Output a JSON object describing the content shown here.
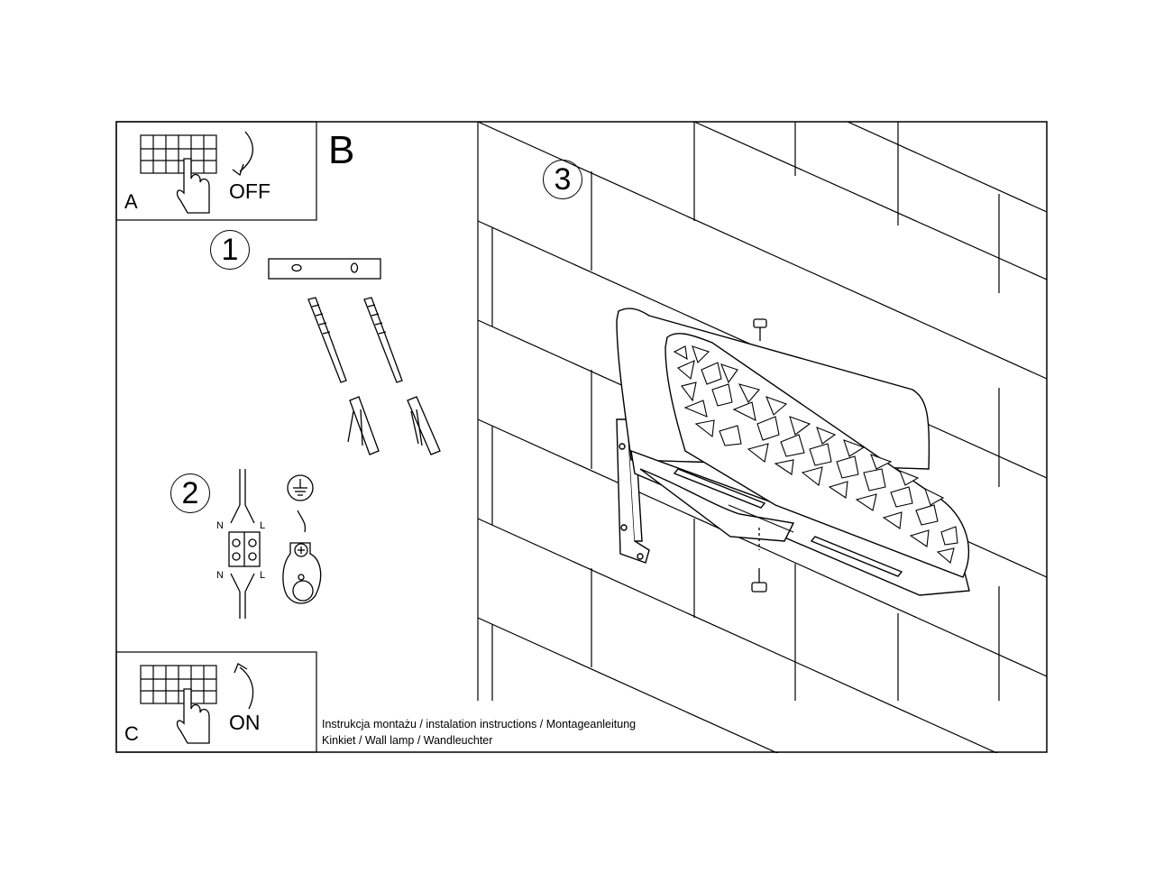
{
  "panels": {
    "a": {
      "letter": "A",
      "state": "OFF"
    },
    "c": {
      "letter": "C",
      "state": "ON"
    }
  },
  "section_letter": "B",
  "steps": [
    "1",
    "2",
    "3"
  ],
  "wiring": {
    "n_top": "N",
    "l_top": "L",
    "n_bottom": "N",
    "l_bottom": "L"
  },
  "icons": [
    "circuit-breaker-icon",
    "hand-icon",
    "arrow-down-icon",
    "arrow-up-icon",
    "ground-symbol-icon",
    "screw-icon",
    "wall-plug-icon",
    "terminal-block-icon"
  ],
  "caption": {
    "line1": "Instrukcja montażu / instalation instructions / Montageanleitung",
    "line2": "Kinkiet / Wall lamp / Wandleuchter"
  }
}
